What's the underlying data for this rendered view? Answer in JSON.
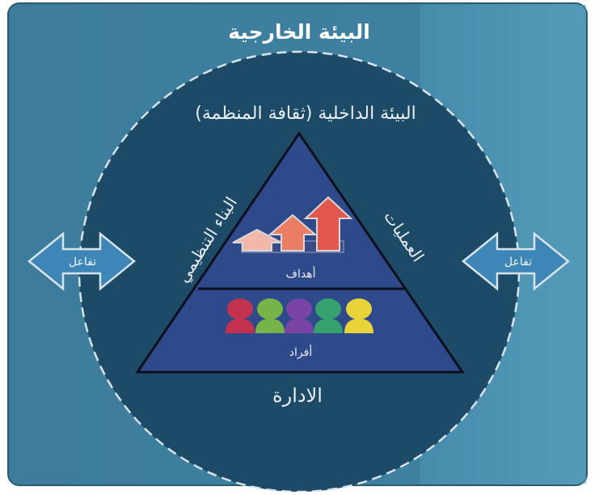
{
  "outer": {
    "title": "البيئة الخارجية"
  },
  "circle": {
    "title": "البيئة الداخلية (ثقافة المنظمة)"
  },
  "pyramid": {
    "left_side_label": "البناء التنظيمي",
    "right_side_label": "العمليات",
    "bottom_label": "الادارة",
    "top_section_label": "أهداف",
    "bottom_section_label": "أفراد"
  },
  "arrows": {
    "left_label": "تفاعل",
    "right_label": "تفاعل"
  },
  "colors": {
    "outer_bg": "#3f7f9e",
    "outer_bg_right": "#4f96b6",
    "circle_fill": "#1c4a66",
    "triangle_fill": "#2f4b8c",
    "arrow_fill": "#3e86b8",
    "growth_arrow": "#e4574c",
    "people": [
      "#c2324e",
      "#74b448",
      "#7a44a6",
      "#36a06e",
      "#e9d33a"
    ]
  }
}
